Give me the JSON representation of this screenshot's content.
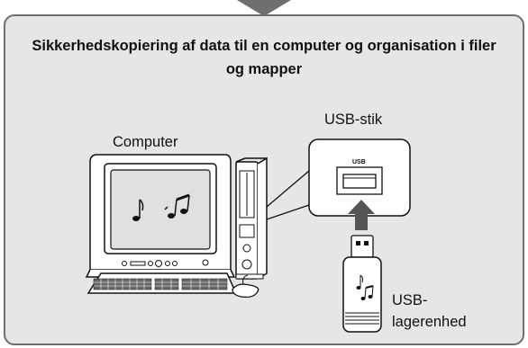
{
  "title": "Sikkerhedskopiering af data til en computer og organisation i filer og mapper",
  "labels": {
    "computer": "Computer",
    "usb_stick": "USB-stik",
    "usb_port": "USB",
    "usb_storage": "USB-\nlagerenhed"
  },
  "colors": {
    "panel": "#e6e6e6",
    "border": "#6f6f6f",
    "screen": "#e0e0e0",
    "arrow": "#555555"
  },
  "icons": [
    "down-arrow-icon",
    "music-note-icon",
    "usb-port-icon",
    "insert-arrow-icon",
    "usb-drive-icon"
  ]
}
